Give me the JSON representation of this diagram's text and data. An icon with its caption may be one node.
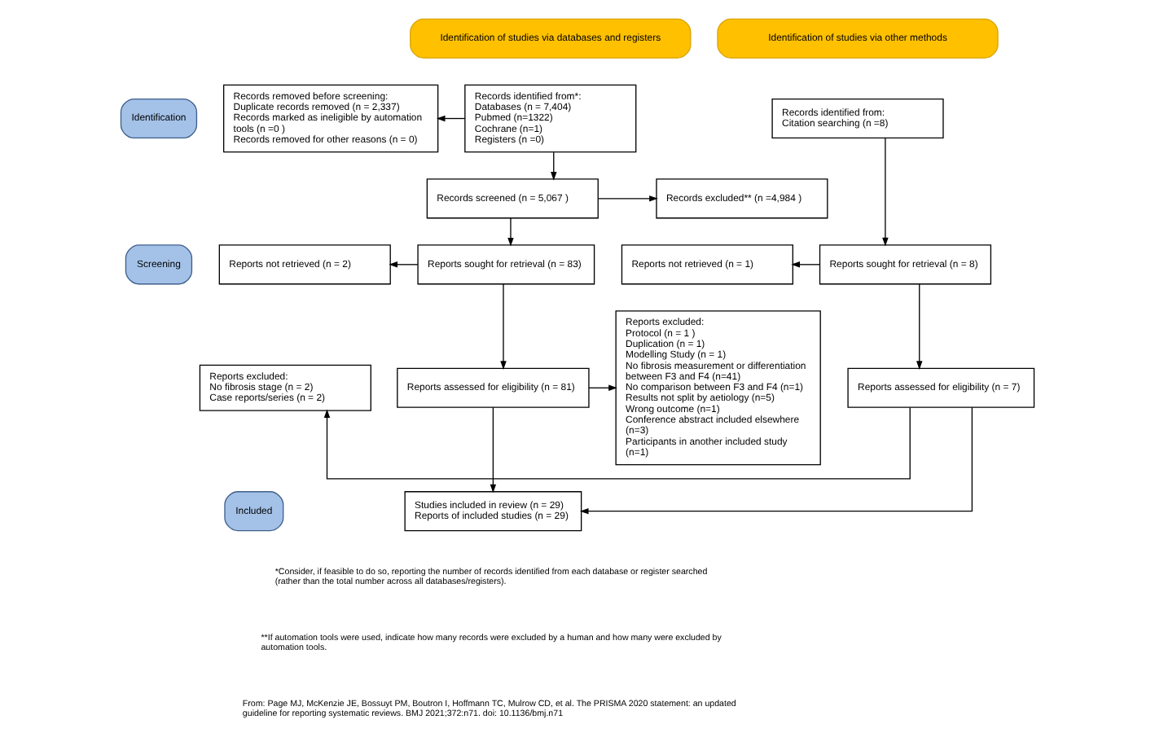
{
  "diagram": {
    "nodes": [
      {
        "text": [
          "Identification of studies via databases and registers"
        ]
      },
      {
        "text": [
          "Identification of studies via other methods"
        ]
      },
      {
        "text": [
          "Identification"
        ]
      },
      {
        "text": [
          "Screening"
        ]
      },
      {
        "text": [
          "Included"
        ]
      },
      {
        "text": [
          "Records identified from*:",
          "Databases (n = 7,404)",
          "Pubmed (n=1322)",
          "Cochrane (n=1)",
          "Registers (n =0)"
        ]
      },
      {
        "text": [
          "Records removed before screening:",
          "Duplicate records removed (n = 2,337)",
          "Records marked as ineligible by automation tools (n =0 )",
          "Records removed for other reasons (n = 0)"
        ]
      },
      {
        "text": [
          "Records identified from:",
          "Citation searching (n =8)"
        ]
      },
      {
        "text": [
          "Records screened (n = 5,067 )"
        ]
      },
      {
        "text": [
          "Records excluded** (n =4,984 )"
        ]
      },
      {
        "text": [
          "Reports sought for retrieval (n = 83)"
        ]
      },
      {
        "text": [
          "Reports not retrieved (n = 2)"
        ]
      },
      {
        "text": [
          "Reports sought for retrieval (n = 8)"
        ]
      },
      {
        "text": [
          "Reports not retrieved (n = 1)"
        ]
      },
      {
        "text": [
          "Reports assessed for eligibility (n = 81)"
        ]
      },
      {
        "text": [
          "Reports excluded:",
          "Protocol (n = 1 )",
          "Duplication (n = 1)",
          "Modelling Study (n = 1)",
          "No fibrosis measurement or differentiation between F3 and F4 (n=41)",
          "No comparison between F3 and F4 (n=1)",
          "Results not split by aetiology (n=5)",
          "Wrong outcome (n=1)",
          "Conference abstract included elsewhere (n=3)",
          "Participants in another included study (n=1)"
        ]
      },
      {
        "text": [
          "Reports assessed for eligibility (n = 7)"
        ]
      },
      {
        "text": [
          "Reports excluded:",
          "No fibrosis stage (n = 2)",
          "Case reports/series (n = 2)"
        ]
      },
      {
        "text": [
          "Studies included in review (n = 29)",
          "Reports of included studies (n = 29)"
        ]
      }
    ],
    "edges": [
      {
        "from": 5,
        "to": 6,
        "arrow": "to"
      },
      {
        "from": 5,
        "to": 8,
        "arrow": "to"
      },
      {
        "from": 8,
        "to": 9,
        "arrow": "to"
      },
      {
        "from": 8,
        "to": 10,
        "arrow": "to"
      },
      {
        "from": 10,
        "to": 11,
        "arrow": "to"
      },
      {
        "from": 10,
        "to": 14,
        "arrow": "to"
      },
      {
        "from": 14,
        "to": 15,
        "arrow": "to"
      },
      {
        "from": 14,
        "to": 18,
        "arrow": "to"
      },
      {
        "from": 7,
        "to": 12,
        "arrow": "to"
      },
      {
        "from": 12,
        "to": 13,
        "arrow": "to"
      },
      {
        "from": 12,
        "to": 16,
        "arrow": "to"
      },
      {
        "from": 16,
        "to": 17,
        "arrow": "to"
      },
      {
        "from": 16,
        "to": 18,
        "arrow": "to"
      }
    ],
    "labels": [
      "*Consider, if feasible to do so, reporting the number of records identified from each database or register searched (rather than the total number across all databases/registers).",
      "**If automation tools were used, indicate how many records were excluded by a human and how many were excluded by automation tools.",
      "From: Page MJ, McKenzie JE, Bossuyt PM, Boutron I, Hoffmann TC, Mulrow CD, et al. The PRISMA 2020 statement: an updated guideline for reporting systematic reviews. BMJ 2021;372:n71. doi: 10.1136/bmj.n71"
    ]
  }
}
